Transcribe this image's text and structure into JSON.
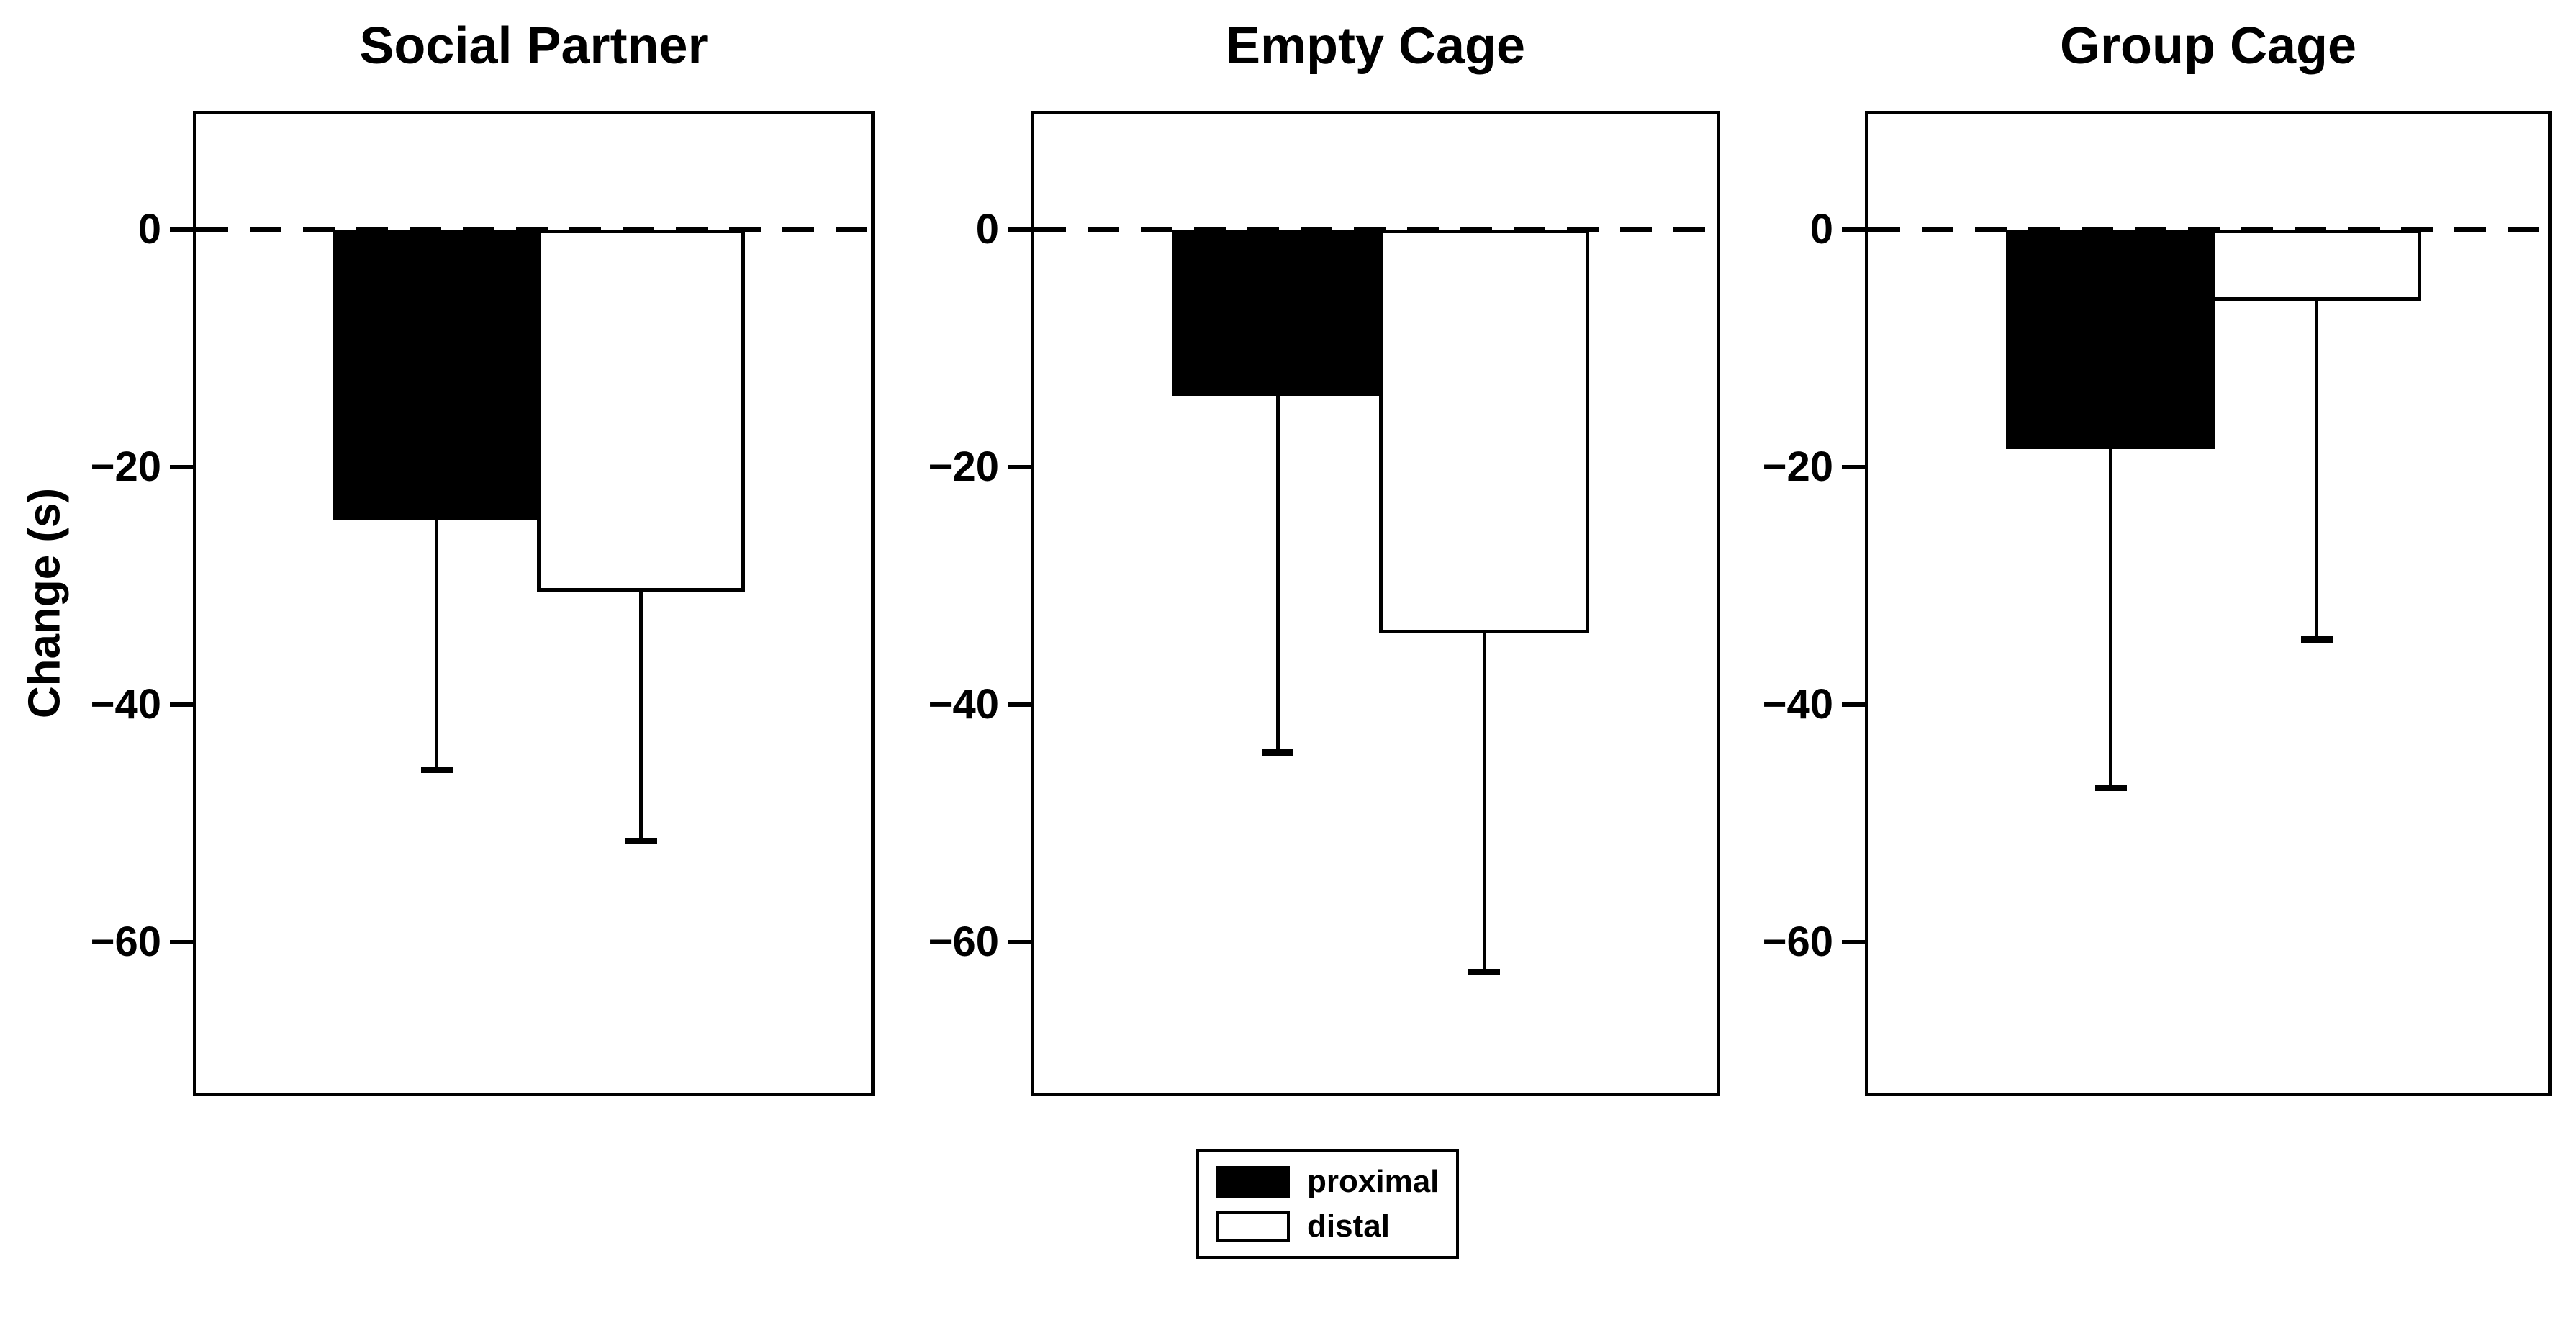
{
  "figure": {
    "y_axis_label": "Change (s)",
    "background_color": "#ffffff",
    "axis_color": "#000000"
  },
  "y_axis": {
    "ticks": [
      0,
      -20,
      -40,
      -60
    ],
    "tick_labels": [
      "0",
      "−20",
      "−40",
      "−60"
    ],
    "ylim": [
      10,
      -73
    ]
  },
  "legend": {
    "items": [
      {
        "label": "proximal",
        "color": "#000000"
      },
      {
        "label": "distal",
        "color": "#ffffff"
      }
    ]
  },
  "chart_data": [
    {
      "type": "bar",
      "title": "Social Partner",
      "categories": [
        "proximal",
        "distal"
      ],
      "values": [
        -24.5,
        -30.5
      ],
      "error_to": [
        -45.5,
        -51.5
      ],
      "bar_colors": [
        "#000000",
        "#ffffff"
      ],
      "ylabel": "Change (s)",
      "ylim": [
        10,
        -73
      ],
      "yticks": [
        0,
        -20,
        -40,
        -60
      ],
      "zero_line": "dashed",
      "grid": false,
      "error_bars": "lower-only"
    },
    {
      "type": "bar",
      "title": "Empty Cage",
      "categories": [
        "proximal",
        "distal"
      ],
      "values": [
        -14,
        -34
      ],
      "error_to": [
        -44,
        -62.5
      ],
      "bar_colors": [
        "#000000",
        "#ffffff"
      ],
      "ylabel": "Change (s)",
      "ylim": [
        10,
        -73
      ],
      "yticks": [
        0,
        -20,
        -40,
        -60
      ],
      "zero_line": "dashed",
      "grid": false,
      "error_bars": "lower-only"
    },
    {
      "type": "bar",
      "title": "Group Cage",
      "categories": [
        "proximal",
        "distal"
      ],
      "values": [
        -18.5,
        -6
      ],
      "error_to": [
        -47,
        -34.5
      ],
      "bar_colors": [
        "#000000",
        "#ffffff"
      ],
      "ylabel": "Change (s)",
      "ylim": [
        10,
        -73
      ],
      "yticks": [
        0,
        -20,
        -40,
        -60
      ],
      "zero_line": "dashed",
      "grid": false,
      "error_bars": "lower-only"
    }
  ]
}
